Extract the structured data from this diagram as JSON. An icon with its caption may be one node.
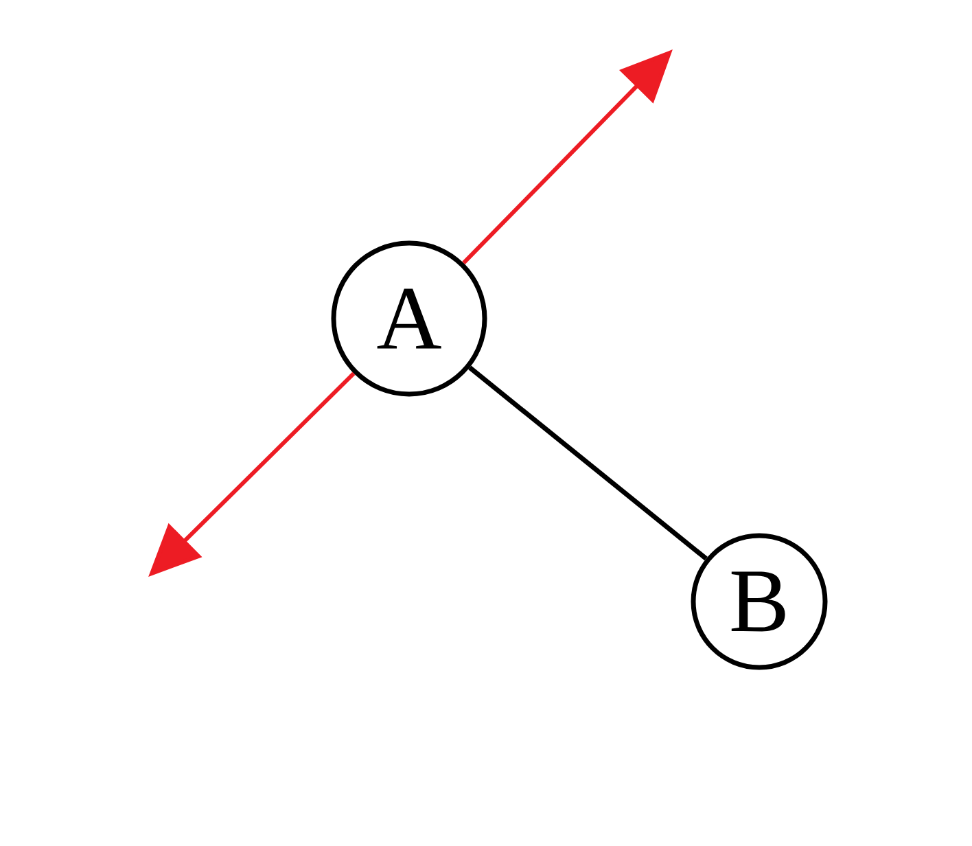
{
  "diagram": {
    "nodes": [
      {
        "text": [
          "A"
        ]
      },
      {
        "text": [
          "B"
        ]
      }
    ],
    "edges": [
      {
        "from": 0,
        "to": 1,
        "arrow": "none",
        "color": "#000000"
      },
      {
        "from": 0,
        "to": null,
        "arrow": "to",
        "color": "#ed1c24"
      },
      {
        "from": 0,
        "to": null,
        "arrow": "to",
        "color": "#ed1c24"
      }
    ]
  }
}
